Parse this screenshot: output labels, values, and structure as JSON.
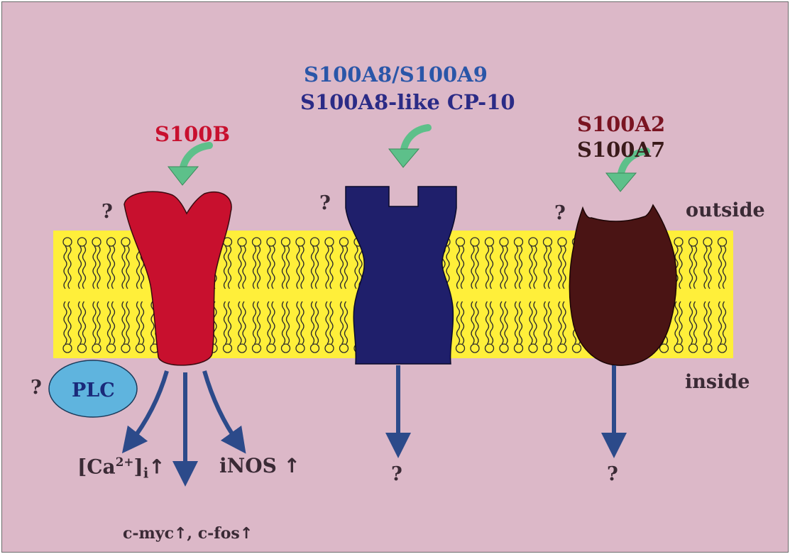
{
  "receptors": {
    "s100b": {
      "label": "S100B",
      "color": "#c8102e"
    },
    "s100a8": {
      "label_line1": "S100A8/S100A9",
      "label_line2": "S100A8-like CP-10",
      "color1": "#2a56a8",
      "color2": "#2b2b86",
      "body_color": "#1f1f6b"
    },
    "s100a2": {
      "label_line1": "S100A2",
      "label_line2": "S100A7",
      "color1": "#7a1422",
      "color2": "#3a1a1a",
      "body_color": "#4a1414"
    }
  },
  "membrane": {
    "outside_label": "outside",
    "inside_label": "inside",
    "color": "#ffef3a"
  },
  "plc": {
    "label": "PLC",
    "color": "#5fb4de"
  },
  "question_mark": "?",
  "effects": {
    "calcium": {
      "base": "[Ca",
      "sup": "2+",
      "close": "]",
      "sub": "i",
      "arrow": "↑"
    },
    "myc_fos": {
      "myc": "c-myc",
      "fos": "c-fos",
      "separator": ", ",
      "arrow": "↑"
    },
    "inos": {
      "label": "iNOS",
      "arrow": "↑"
    }
  },
  "colors": {
    "arrow_blue": "#2c4a8a",
    "arrow_green": "#5dc08a"
  }
}
